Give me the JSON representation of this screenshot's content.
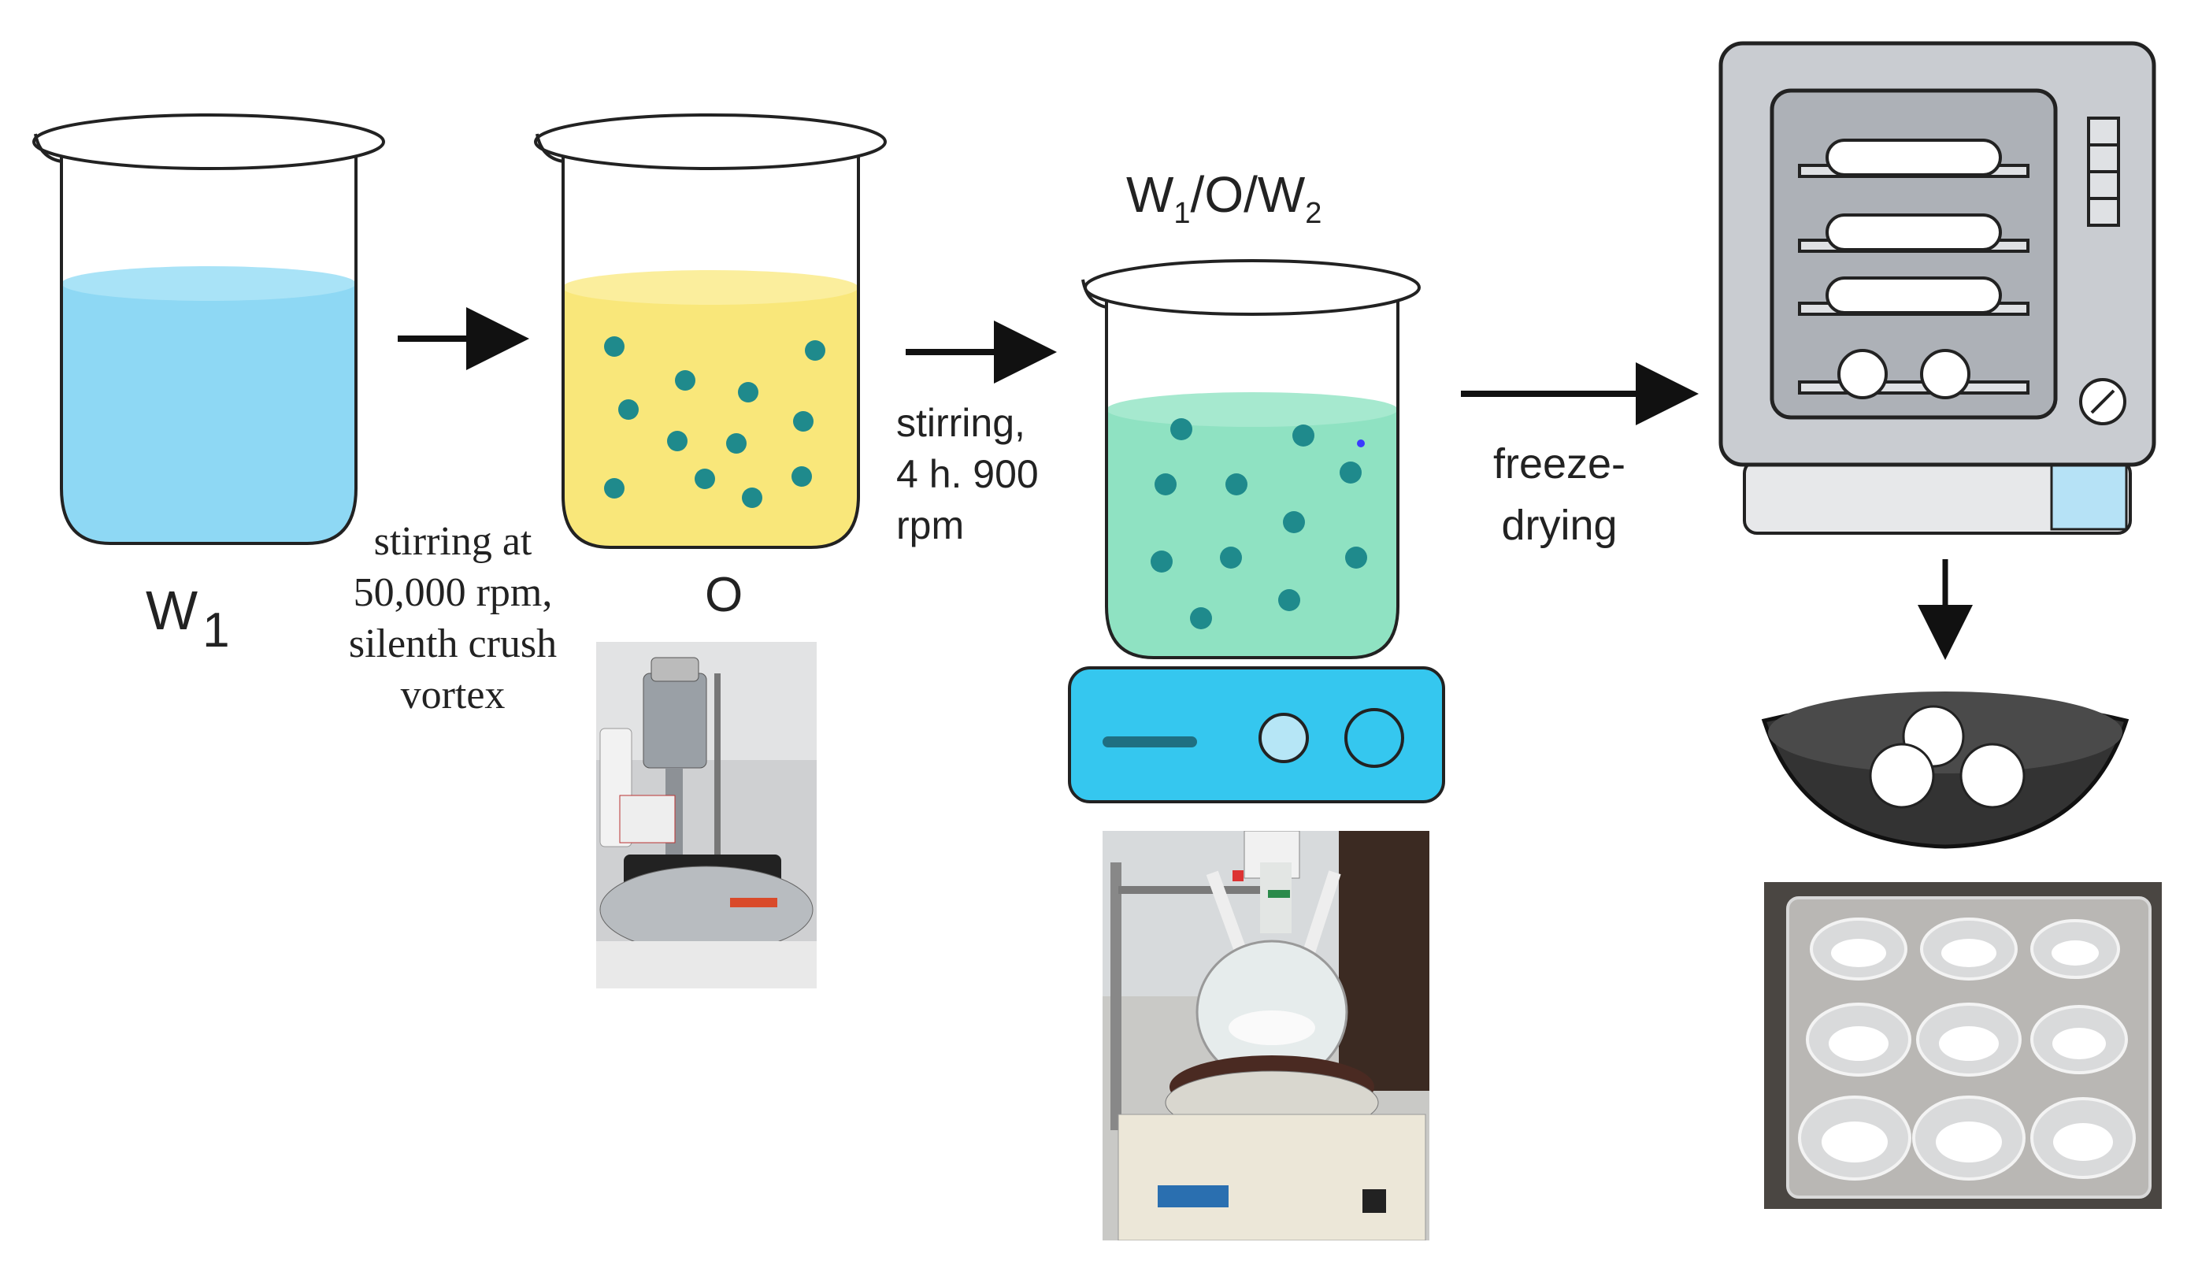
{
  "labels": {
    "w1_main": "W",
    "w1_sub": "1",
    "o": "O",
    "step1_line1": "stirring at",
    "step1_line2": "50,000 rpm,",
    "step1_line3": "silenth crush",
    "step1_line4": "vortex",
    "step2_line1": "stirring,",
    "step2_line2": "4 h. 900",
    "step2_line3": "rpm",
    "emulsion_w": "W",
    "emulsion_sub1": "1",
    "emulsion_mid": "/O/W",
    "emulsion_sub2": "2",
    "step3_line1": "freeze-",
    "step3_line2": "drying"
  },
  "colors": {
    "w1_liquid": "#8ed8f4",
    "o_liquid": "#f9e77a",
    "emulsion_liquid": "#8fe2c2",
    "droplet": "#1f8a8c",
    "stirrer": "#35c7ef",
    "dryer_body": "#c9ccd1",
    "dryer_panel": "#b6e2f6"
  }
}
